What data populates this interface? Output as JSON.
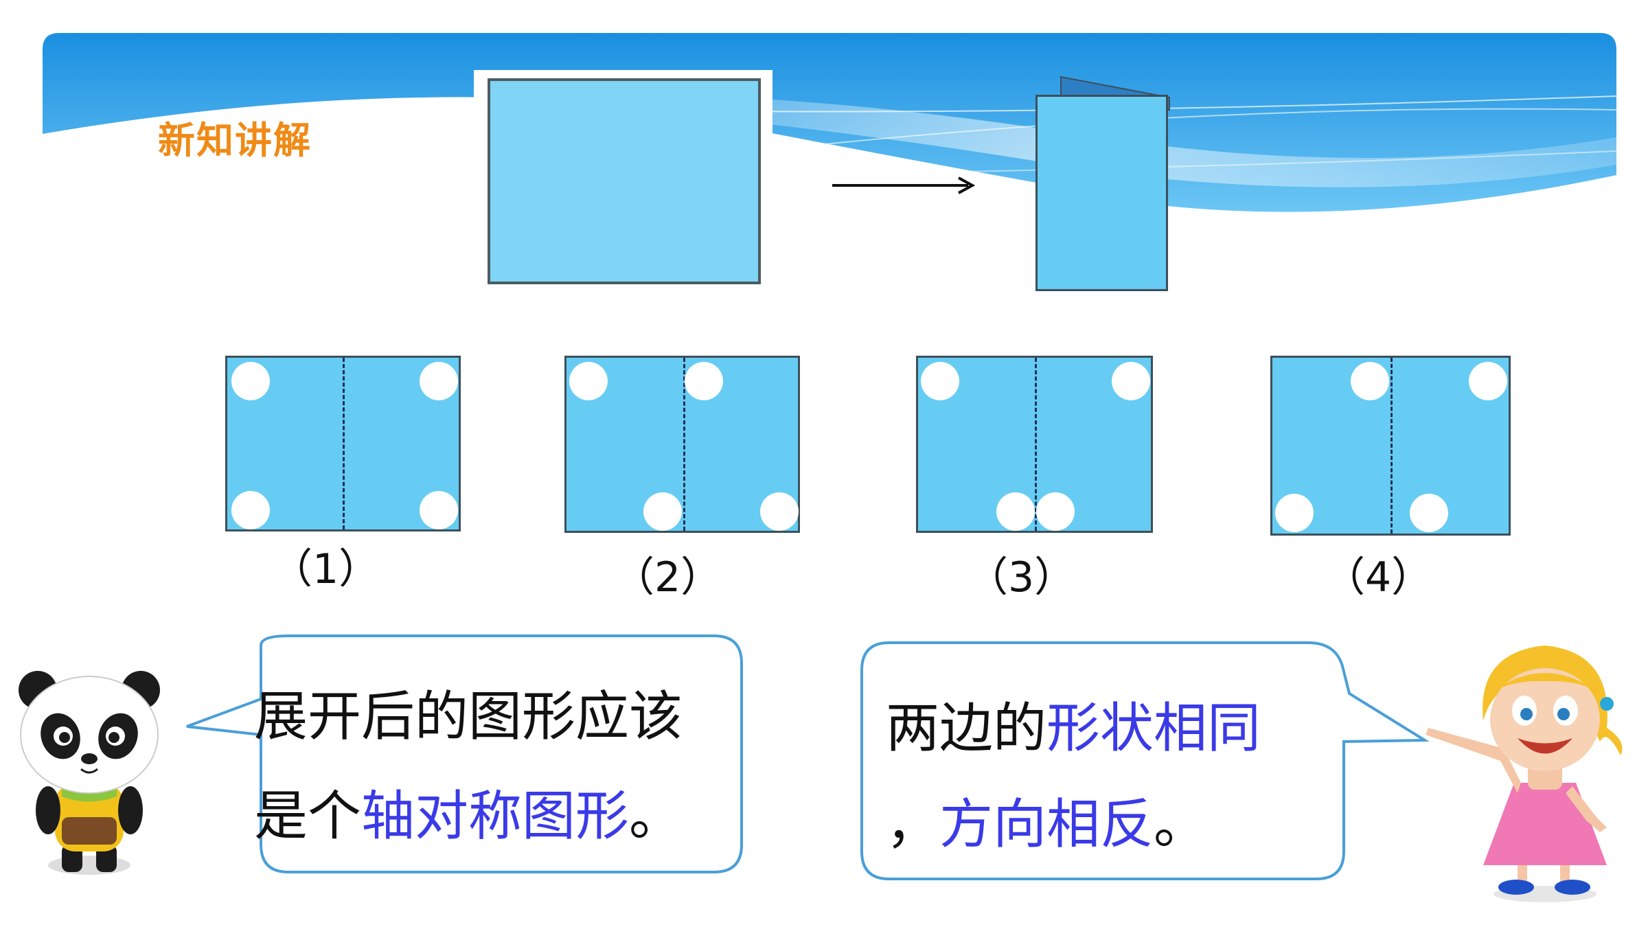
{
  "header": {
    "section_title": "新知讲解"
  },
  "captions": [
    "（1）",
    "（2）",
    "（3）",
    "（4）"
  ],
  "bubble_left": {
    "line1": "展开后的图形应该",
    "line2_prefix": "是个",
    "line2_highlight": "轴对称图形",
    "line2_suffix": "。"
  },
  "bubble_right": {
    "line1_prefix": "两边的",
    "line1_highlight": "形状相同",
    "line2_prefix": "，",
    "line2_highlight": "方向相反",
    "line2_suffix": "。"
  },
  "colors": {
    "banner_blue": "#1e9be6",
    "paper_blue": "#66ccf3",
    "title_orange": "#f08a16",
    "highlight_blue": "#3a3ae8",
    "bubble_border": "#4a9fd8"
  },
  "icons": [
    "panda-character",
    "girl-character",
    "arrow-right-icon"
  ]
}
